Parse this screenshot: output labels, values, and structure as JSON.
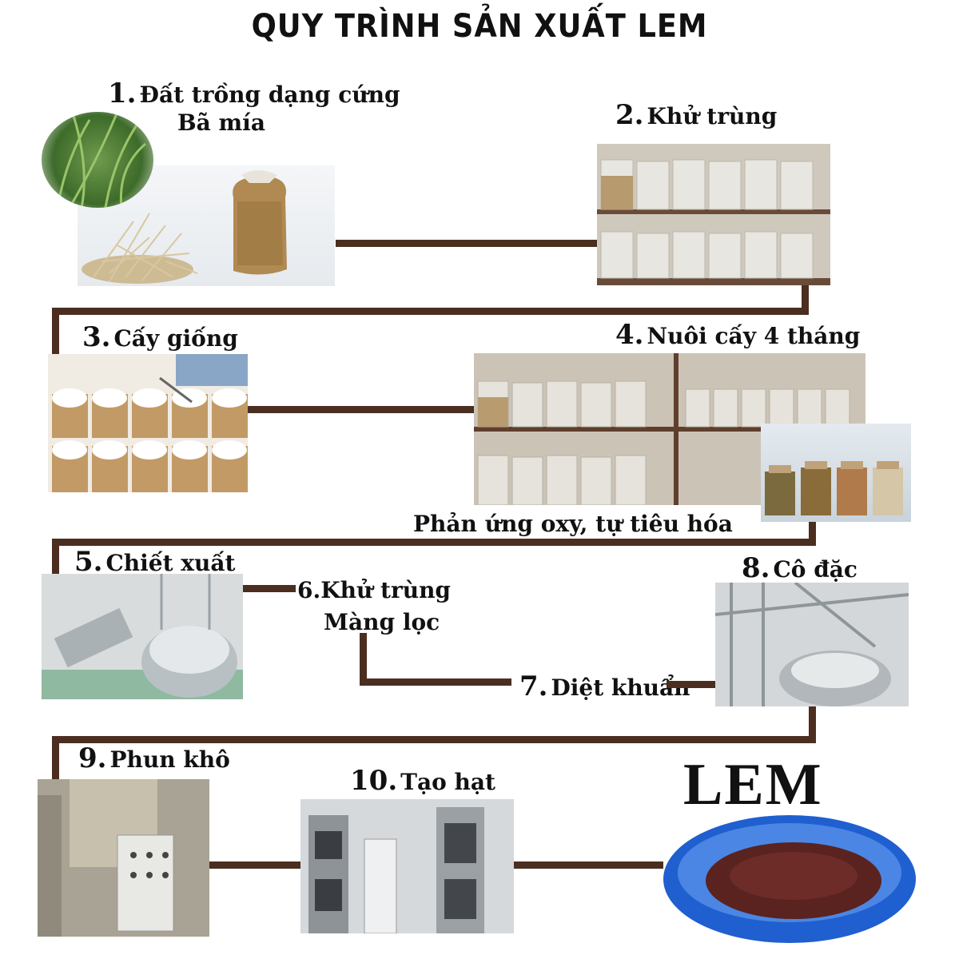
{
  "title": "QUY TRÌNH SẢN XUẤT LEM",
  "steps": [
    {
      "num": "1.",
      "label": "Đất trồng dạng cứng",
      "sub": "Bã mía"
    },
    {
      "num": "2.",
      "label": "Khử trùng"
    },
    {
      "num": "3.",
      "label": "Cấy giống"
    },
    {
      "num": "4.",
      "label": "Nuôi cấy 4 tháng"
    },
    {
      "num": "5.",
      "label": "Chiết xuất"
    },
    {
      "num": "6.",
      "label": "Khử trùng",
      "sub": "Màng lọc"
    },
    {
      "num": "7.",
      "label": "Diệt khuẩn"
    },
    {
      "num": "8.",
      "label": "Cô đặc"
    },
    {
      "num": "9.",
      "label": "Phun khô"
    },
    {
      "num": "10.",
      "label": "Tạo hạt"
    }
  ],
  "reaction_label": "Phản ứng oxy, tự tiêu hóa",
  "product": "LEM",
  "colors": {
    "connector": "#4b2e20",
    "dish": "#1f5fd0",
    "powder": "#5a2320"
  }
}
